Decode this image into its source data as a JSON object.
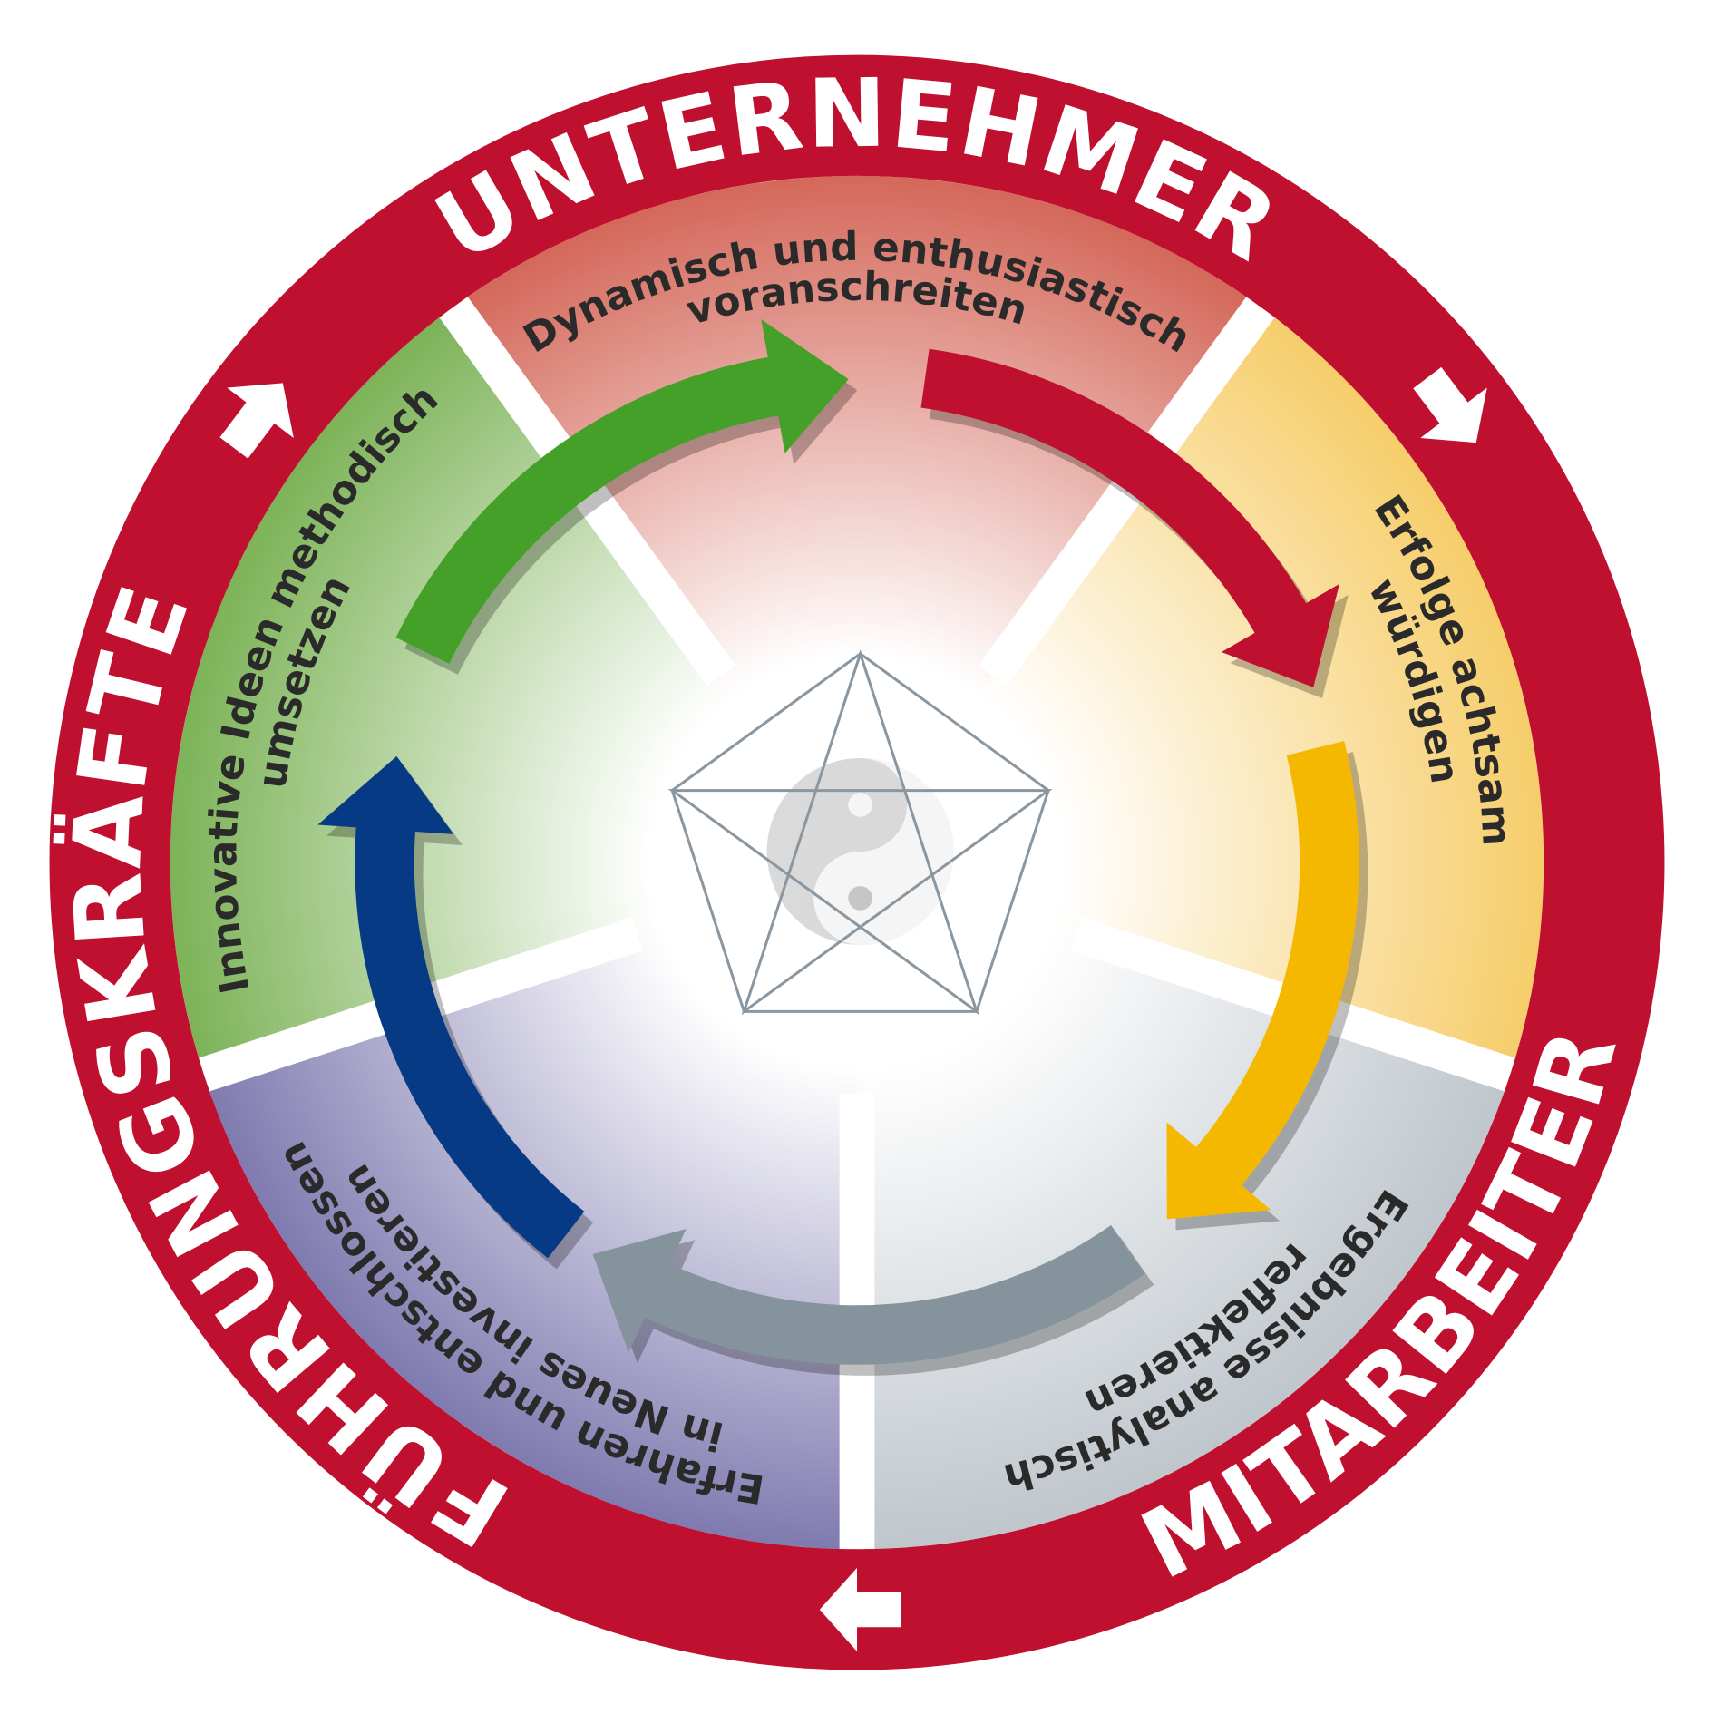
{
  "ring": {
    "color": "#c0102f",
    "labels": {
      "top": "UNTERNEHMER",
      "right": "MITARBEITER",
      "left": "FÜHRUNGSKRÄFTE"
    }
  },
  "sectors": [
    {
      "id": "top",
      "color": "#d4685a",
      "line1": "Dynamisch und enthusiastisch",
      "line2": "voranschreiten",
      "arrow_color": "#c0102f"
    },
    {
      "id": "right",
      "color": "#f6cd6a",
      "line1": "Erfolge achtsam",
      "line2": "würdigen",
      "arrow_color": "#f5b800"
    },
    {
      "id": "bottom-right",
      "color": "#bfc6cc",
      "line1": "Ergebnisse analytisch",
      "line2": "reflektieren",
      "arrow_color": "#84939c"
    },
    {
      "id": "bottom-left",
      "color": "#7f7bb0",
      "line1": "Erfahren und entschlossen",
      "line2": "in Neues investieren",
      "arrow_color": "#063a84"
    },
    {
      "id": "left",
      "color": "#7db358",
      "line1": "Innovative Ideen methodisch",
      "line2": "umsetzen",
      "arrow_color": "#45a02a"
    }
  ],
  "center": {
    "symbol": "yin-yang-icon",
    "frame": "pentagram-icon"
  }
}
